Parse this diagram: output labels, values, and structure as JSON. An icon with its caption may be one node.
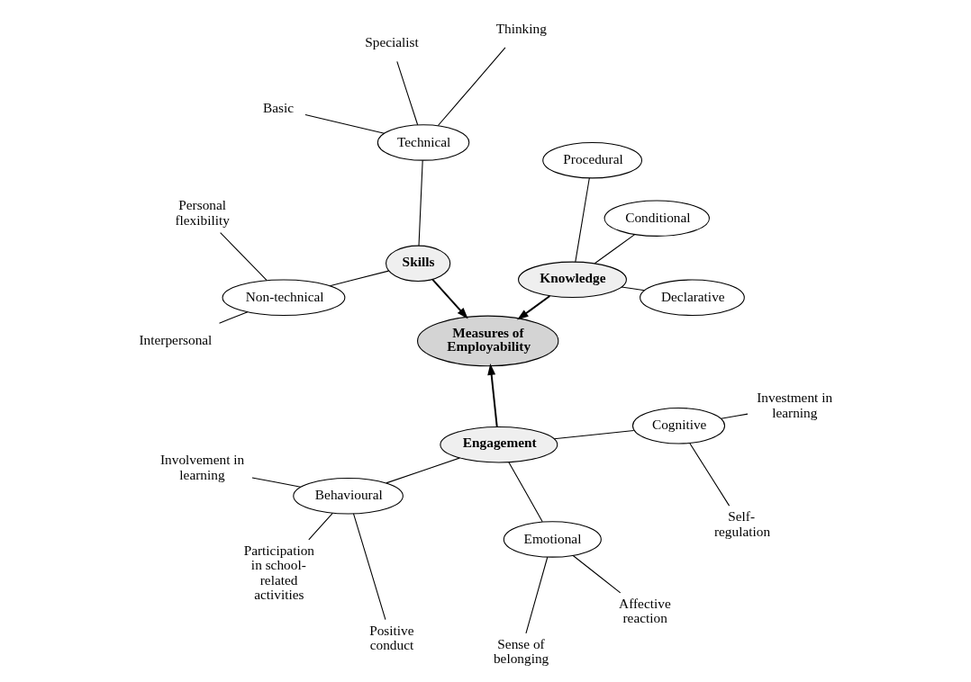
{
  "diagram": {
    "nodes": [
      {
        "text": [
          "Measures of Employability"
        ]
      },
      {
        "text": [
          "Knowledge"
        ]
      },
      {
        "text": [
          "Declarative"
        ]
      },
      {
        "text": [
          "Conditional"
        ]
      },
      {
        "text": [
          "Procedural"
        ]
      },
      {
        "text": [
          "Skills"
        ]
      },
      {
        "text": [
          "Technical"
        ]
      },
      {
        "text": [
          "Non-technical"
        ]
      },
      {
        "text": [
          "Thinking"
        ]
      },
      {
        "text": [
          "Specialist"
        ]
      },
      {
        "text": [
          "Basic"
        ]
      },
      {
        "text": [
          "Personal flexibility"
        ]
      },
      {
        "text": [
          "Interpersonal"
        ]
      },
      {
        "text": [
          "Engagement"
        ]
      },
      {
        "text": [
          "Behavioural"
        ]
      },
      {
        "text": [
          "Emotional"
        ]
      },
      {
        "text": [
          "Cognitive"
        ]
      },
      {
        "text": [
          "Involvement in learning"
        ]
      },
      {
        "text": [
          "Participation in school-related activities"
        ]
      },
      {
        "text": [
          "Positive conduct"
        ]
      },
      {
        "text": [
          "Sense of belonging"
        ]
      },
      {
        "text": [
          "Affective reaction"
        ]
      },
      {
        "text": [
          "Self-regulation"
        ]
      },
      {
        "text": [
          "Investment in learning"
        ]
      }
    ],
    "edges": [
      {
        "from": 1,
        "to": 0,
        "arrow": "to"
      },
      {
        "from": 5,
        "to": 0,
        "arrow": "to"
      },
      {
        "from": 13,
        "to": 0,
        "arrow": "to"
      },
      {
        "from": 2,
        "to": 1,
        "arrow": "none"
      },
      {
        "from": 3,
        "to": 1,
        "arrow": "none"
      },
      {
        "from": 4,
        "to": 1,
        "arrow": "none"
      },
      {
        "from": 6,
        "to": 5,
        "arrow": "none"
      },
      {
        "from": 7,
        "to": 5,
        "arrow": "none"
      },
      {
        "from": 8,
        "to": 6,
        "arrow": "none"
      },
      {
        "from": 9,
        "to": 6,
        "arrow": "none"
      },
      {
        "from": 10,
        "to": 6,
        "arrow": "none"
      },
      {
        "from": 11,
        "to": 7,
        "arrow": "none"
      },
      {
        "from": 12,
        "to": 7,
        "arrow": "none"
      },
      {
        "from": 14,
        "to": 13,
        "arrow": "none"
      },
      {
        "from": 15,
        "to": 13,
        "arrow": "none"
      },
      {
        "from": 16,
        "to": 13,
        "arrow": "none"
      },
      {
        "from": 17,
        "to": 14,
        "arrow": "none"
      },
      {
        "from": 18,
        "to": 14,
        "arrow": "none"
      },
      {
        "from": 19,
        "to": 14,
        "arrow": "none"
      },
      {
        "from": 20,
        "to": 15,
        "arrow": "none"
      },
      {
        "from": 21,
        "to": 15,
        "arrow": "none"
      },
      {
        "from": 22,
        "to": 16,
        "arrow": "none"
      },
      {
        "from": 23,
        "to": 16,
        "arrow": "none"
      }
    ]
  }
}
